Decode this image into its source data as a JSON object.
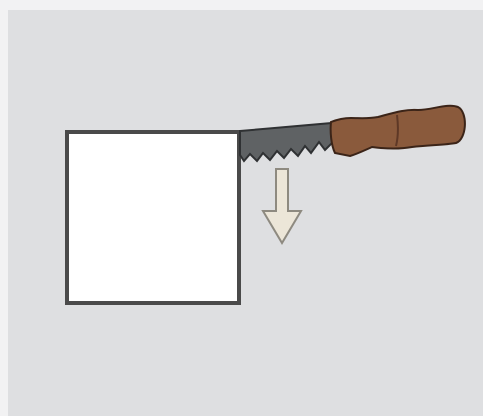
{
  "illustration": {
    "objects": [
      "square-outline",
      "hand-saw",
      "down-arrow"
    ],
    "colors": {
      "page_background": "#f2f2f3",
      "panel_background": "#dedfe1",
      "square_fill": "#ffffff",
      "square_stroke": "#4a4a4a",
      "saw_blade": "#5f6264",
      "saw_blade_stroke": "#2f3133",
      "saw_handle": "#8a5a3c",
      "saw_handle_stroke": "#3b2418",
      "arrow_fill": "#ece6d8",
      "arrow_stroke": "#8e8a80"
    }
  }
}
